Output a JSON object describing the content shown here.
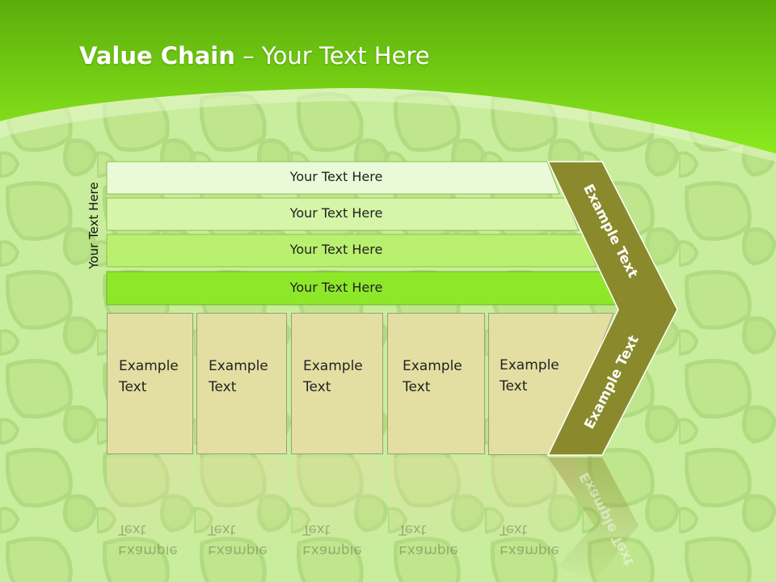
{
  "slide": {
    "title_bold": "Value Chain",
    "title_rest": " – Your Text Here",
    "side_label": "Your Text Here",
    "bars": [
      {
        "label": "Your Text Here"
      },
      {
        "label": "Your Text Here"
      },
      {
        "label": "Your Text Here"
      },
      {
        "label": "Your Text Here"
      }
    ],
    "boxes": [
      {
        "line1": "Example",
        "line2": "Text"
      },
      {
        "line1": "Example",
        "line2": "Text"
      },
      {
        "line1": "Example",
        "line2": "Text"
      },
      {
        "line1": "Example",
        "line2": "Text"
      },
      {
        "line1": "Example",
        "line2": "Text"
      }
    ],
    "chevron_upper": "Example Text",
    "chevron_lower": "Example Text",
    "reflection_text": "Example Text"
  },
  "colors": {
    "header_green": "#6cc40e",
    "bar_1": "#eafad8",
    "bar_2": "#d6f5a8",
    "bar_3": "#b9f06f",
    "bar_4": "#8ee82a",
    "box_fill": "#e3dfa3",
    "chevron": "#8a8a2c"
  }
}
